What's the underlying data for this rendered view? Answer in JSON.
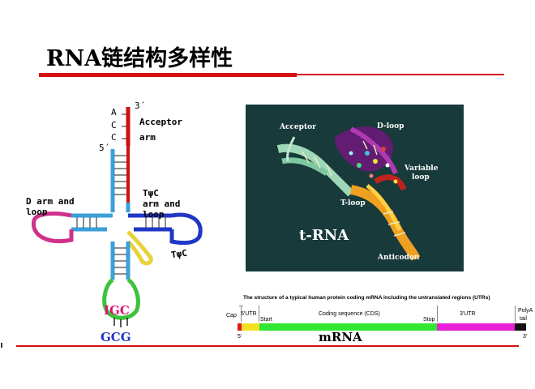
{
  "slide": {
    "title": "RNA链结构多样性"
  },
  "cloverleaf": {
    "acceptor_bases": [
      "A",
      "C",
      "C"
    ],
    "end_3": "3´",
    "end_5": "5´",
    "acceptor_label_1": "Acceptor",
    "acceptor_label_2": "arm",
    "d_arm_label_1": "D arm and",
    "d_arm_label_2": "loop",
    "tpsic_label_1": "TψC",
    "tpsic_label_2": "arm and",
    "tpsic_label_3": "loop",
    "tpsic_side_label": "TψC",
    "anticodon_loop_code": "IGC",
    "codon": "GCG",
    "colors": {
      "acceptor": "#cc1111",
      "acceptor_stem": "#3aa0d8",
      "d_arm": "#d0308a",
      "anticodon_arm": "#3cc23c",
      "tpsic_arm": "#1f37c4",
      "variable": "#e8d23a",
      "anticodon_text": "#e0106e",
      "codon_text": "#1f37c4"
    }
  },
  "trna3d": {
    "labels": {
      "acceptor": "Acceptor",
      "d_loop": "D-loop",
      "variable_1": "Variable",
      "variable_2": "loop",
      "t_loop": "T-loop",
      "name": "t-RNA",
      "anticodon": "Anticodon"
    }
  },
  "mrna": {
    "heading": "The structure of a typical human protein coding mRNA including the untranslated regions (UTRs)",
    "cap": "Cap",
    "utr5": "5'UTR",
    "start": "Start",
    "cds": "Coding sequence (CDS)",
    "stop": "Stop",
    "utr3": "3'UTR",
    "polya_1": "PolyA",
    "polya_2": "tail",
    "end5": "5'",
    "end3": "3'",
    "label": "mRNA",
    "colors": {
      "cap": "#e01818",
      "utr5": "#f4e020",
      "cds": "#33e633",
      "utr3": "#e820d8",
      "polya": "#111111"
    }
  }
}
